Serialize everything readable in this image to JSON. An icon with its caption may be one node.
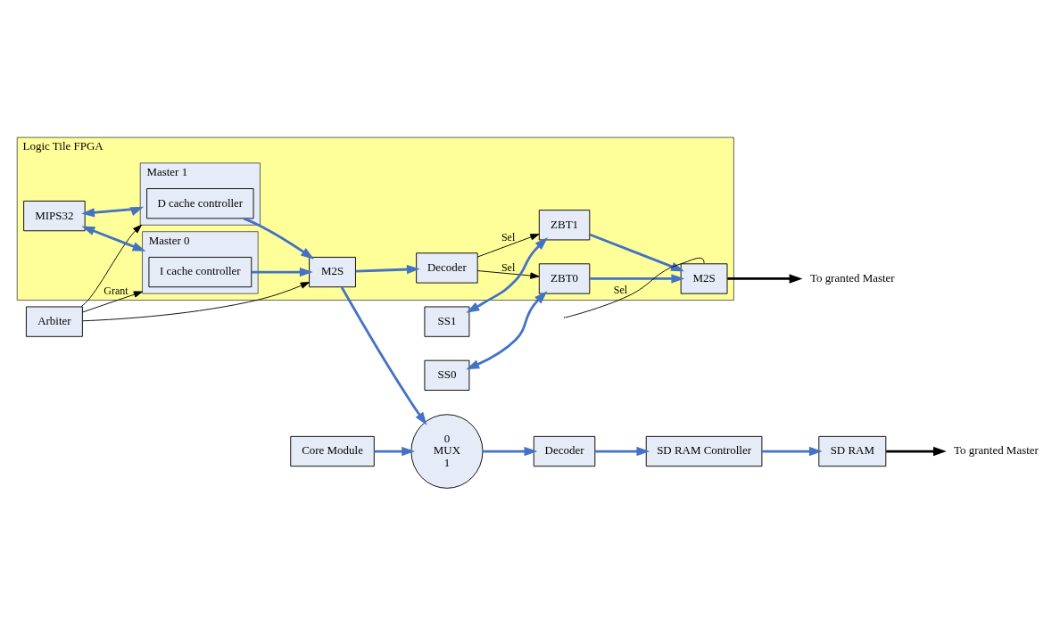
{
  "diagram": {
    "nodes": [
      {
        "text": [
          "Arbiter"
        ]
      },
      {
        "text": [
          "SS0"
        ]
      },
      {
        "text": [
          "Logic Tile FPGA"
        ]
      },
      {
        "text": [
          "Master 0"
        ],
        "in": 2
      },
      {
        "text": [
          "I cache controller"
        ],
        "in": 3
      },
      {
        "text": [
          "MIPS32"
        ],
        "in": 2
      },
      {
        "text": [
          "Master 1"
        ],
        "in": 2
      },
      {
        "text": [
          "D cache controller"
        ],
        "in": 6
      },
      {
        "text": [
          "M2S"
        ],
        "in": 2
      },
      {
        "text": [
          "Decoder"
        ],
        "in": 2
      },
      {
        "text": [
          "ZBT0"
        ],
        "in": 2
      },
      {
        "text": [
          "ZBT1"
        ],
        "in": 2
      },
      {
        "text": [
          "M2S"
        ],
        "in": 2
      },
      {
        "text": [
          "SS1"
        ]
      },
      {
        "text": [
          "SD RAM"
        ]
      },
      {
        "text": [
          "SD RAM Controller"
        ]
      },
      {
        "text": [
          "Decoder"
        ]
      },
      {
        "text": [
          "0",
          "MUX",
          "1"
        ]
      },
      {
        "text": [
          "Core Module"
        ]
      },
      {
        "text": [
          "To granted Master"
        ]
      },
      {
        "text": [
          "To granted Master"
        ]
      }
    ],
    "edges": [
      {
        "from": 0,
        "to": 3,
        "arrow": "to",
        "label": "Grant",
        "color": "#000000"
      },
      {
        "from": 0,
        "to": 8,
        "arrow": "to",
        "color": "#000000"
      },
      {
        "from": 0,
        "to": 6,
        "arrow": "to",
        "color": "#000000"
      },
      {
        "from": 5,
        "to": 3,
        "arrow": "both"
      },
      {
        "from": 5,
        "to": 6,
        "arrow": "both"
      },
      {
        "from": 4,
        "to": 8,
        "arrow": "to"
      },
      {
        "from": 7,
        "to": 8,
        "arrow": "to"
      },
      {
        "from": 8,
        "to": 9,
        "arrow": "to"
      },
      {
        "from": 8,
        "to": 17,
        "arrow": "to"
      },
      {
        "from": 9,
        "to": 10,
        "arrow": "to",
        "label": "Sel",
        "color": "#000000"
      },
      {
        "from": 9,
        "to": 11,
        "arrow": "to",
        "label": "Sel",
        "color": "#000000"
      },
      {
        "from": 1,
        "to": 10,
        "arrow": "both"
      },
      {
        "from": 13,
        "to": 11,
        "arrow": "both"
      },
      {
        "from": 10,
        "to": 12,
        "arrow": "to"
      },
      {
        "from": 11,
        "to": 12,
        "arrow": "to"
      },
      {
        "from": null,
        "to": 12,
        "arrow": "none",
        "label": "Sel",
        "color": "#000000"
      },
      {
        "from": 12,
        "to": 19,
        "arrow": "to",
        "color": "#000000"
      },
      {
        "from": 18,
        "to": 17,
        "arrow": "to"
      },
      {
        "from": 17,
        "to": 16,
        "arrow": "to"
      },
      {
        "from": 16,
        "to": 15,
        "arrow": "to"
      },
      {
        "from": 15,
        "to": 14,
        "arrow": "to"
      },
      {
        "from": 14,
        "to": 20,
        "arrow": "to",
        "color": "#000000"
      }
    ]
  }
}
